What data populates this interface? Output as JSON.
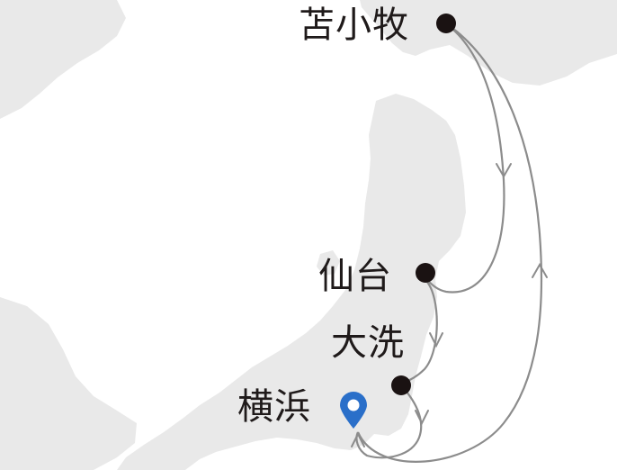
{
  "map": {
    "land_color": "#e9e9e9",
    "sea_color": "#ffffff",
    "route_color": "#8c8c8c",
    "port_dot_color": "#1a1212",
    "pin_color": "#2a6fc9"
  },
  "ports": [
    {
      "id": "tomakomai",
      "name": "苫小牧",
      "marker": "dot"
    },
    {
      "id": "sendai",
      "name": "仙台",
      "marker": "dot"
    },
    {
      "id": "oarai",
      "name": "大洗",
      "marker": "dot"
    },
    {
      "id": "yokohama",
      "name": "横浜",
      "marker": "location-pin"
    }
  ]
}
